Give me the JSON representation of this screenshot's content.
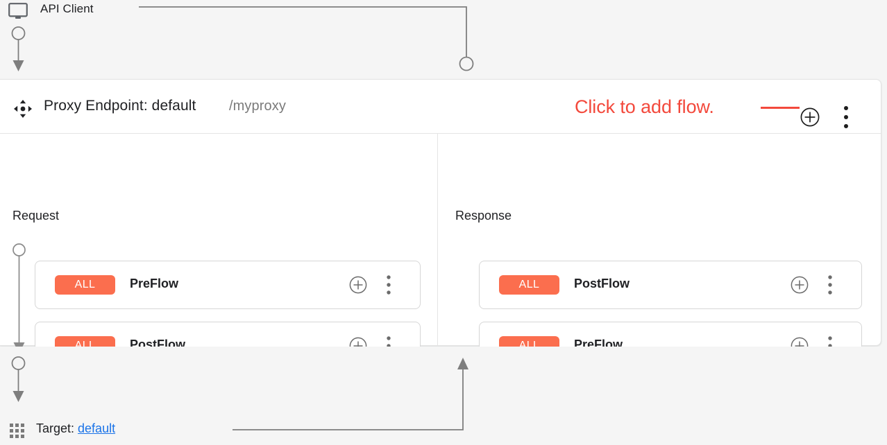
{
  "client": {
    "label": "API Client",
    "icon": "monitor-icon"
  },
  "endpoint": {
    "move_icon": "move-handle-icon",
    "title": "Proxy Endpoint: default",
    "path": "/myproxy",
    "annotation": "Click to add flow.",
    "annotation_color": "#f3493c",
    "add_icon": "plus-circle-icon",
    "menu_icon": "more-vert-icon"
  },
  "columns": [
    {
      "key": "request",
      "title": "Request",
      "direction": "down",
      "cards": [
        {
          "badge": "ALL",
          "name": "PreFlow",
          "add_icon": "plus-circle-icon",
          "menu_icon": "more-vert-icon"
        },
        {
          "badge": "ALL",
          "name": "PostFlow",
          "add_icon": "plus-circle-icon",
          "menu_icon": "more-vert-icon"
        }
      ]
    },
    {
      "key": "response",
      "title": "Response",
      "direction": "up",
      "cards": [
        {
          "badge": "ALL",
          "name": "PostFlow",
          "add_icon": "plus-circle-icon",
          "menu_icon": "more-vert-icon"
        },
        {
          "badge": "ALL",
          "name": "PreFlow",
          "add_icon": "plus-circle-icon",
          "menu_icon": "more-vert-icon"
        }
      ]
    }
  ],
  "target": {
    "icon": "apps-grid-icon",
    "prefix": "Target: ",
    "link": "default",
    "link_color": "#1a73e8"
  },
  "colors": {
    "badge_orange": "#fb6e4e",
    "annotation_red": "#f3493c",
    "link_blue": "#1a73e8",
    "connector_gray": "#7e7e7e",
    "page_background": "#f5f5f5",
    "panel_background": "#ffffff"
  }
}
